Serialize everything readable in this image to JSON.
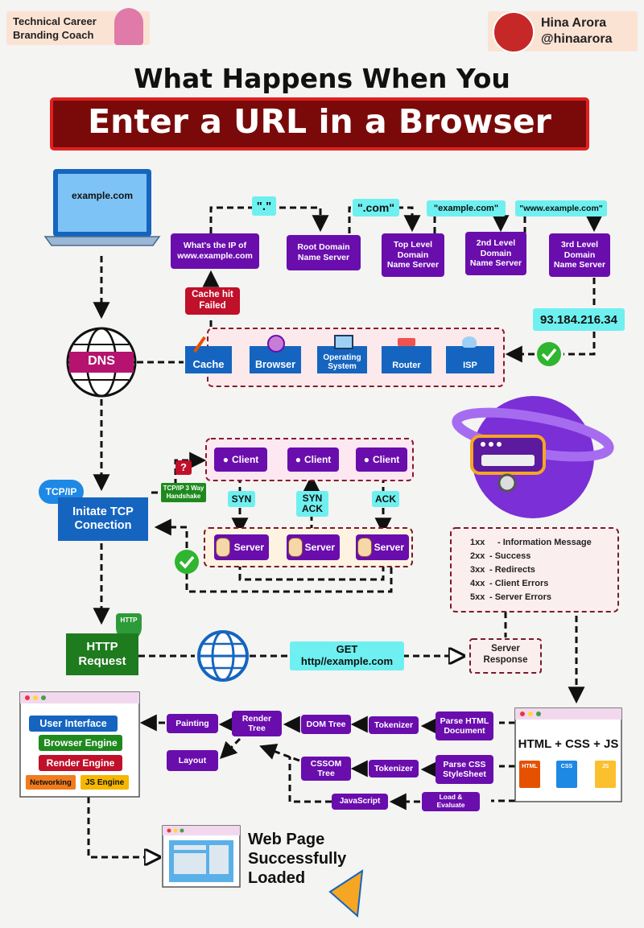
{
  "header": {
    "coach_line1": "Technical Career",
    "coach_line2": "Branding Coach",
    "author_name": "Hina Arora",
    "author_handle": "@hinaarora"
  },
  "title": {
    "line1": "What Happens When You",
    "line2": "Enter a URL in a Browser"
  },
  "laptop_url": "example.com",
  "dns": {
    "label": "DNS",
    "question": "What's the IP of www.example.com",
    "cache_failed": "Cache hit Failed",
    "servers": [
      "Root Domain Name Server",
      "Top Level Domain Name Server",
      "2nd Level Domain Name Server",
      "3rd Level Domain Name Server"
    ],
    "tags": [
      "\".\"",
      "\".com\"",
      "\"example.com\"",
      "\"www.example.com\""
    ],
    "ip": "93.184.216.34",
    "cache_chain": [
      "Cache",
      "Browser",
      "Operating System",
      "Router",
      "ISP"
    ]
  },
  "tcp": {
    "badge": "TCP/IP",
    "label": "Initate TCP Conection",
    "handshake": "TCP/IP 3 Way Handshake",
    "handshake_icon": "?",
    "client": "Client",
    "server": "Server",
    "steps": [
      "SYN",
      "SYN ACK",
      "ACK"
    ]
  },
  "http": {
    "badge": "HTTP",
    "label": "HTTP Request",
    "get_line1": "GET",
    "get_line2": "http//example.com",
    "response": "Server Response",
    "status_codes": [
      {
        "code": "1xx",
        "desc": "- Information Message"
      },
      {
        "code": "2xx",
        "desc": "- Success"
      },
      {
        "code": "3xx",
        "desc": "- Redirects"
      },
      {
        "code": "4xx",
        "desc": "- Client Errors"
      },
      {
        "code": "5xx",
        "desc": "- Server Errors"
      }
    ]
  },
  "render": {
    "html_css_js": "HTML + CSS + JS",
    "file_icons": [
      "HTML",
      "CSS",
      "JS"
    ],
    "parse_html": "Parse HTML Document",
    "parse_css": "Parse CSS StyleSheet",
    "tokenizer": "Tokenizer",
    "dom_tree": "DOM Tree",
    "cssom_tree": "CSSOM Tree",
    "render_tree": "Render Tree",
    "painting": "Painting",
    "layout": "Layout",
    "javascript": "JavaScript",
    "load_evaluate": "Load & Evaluate"
  },
  "browser_components": {
    "user_interface": "User Interface",
    "browser_engine": "Browser Engine",
    "render_engine": "Render Engine",
    "networking": "Networking",
    "js_engine": "JS Engine"
  },
  "final": {
    "line1": "Web Page",
    "line2": "Successfully",
    "line3": "Loaded"
  },
  "colors": {
    "purple": "#6a0dad",
    "blue": "#1565c0",
    "green": "#1e8a1e",
    "cyan": "#6ef0f0",
    "title_red": "#8b0000",
    "dns_magenta": "#b5136f",
    "cache_red": "#c0102a"
  }
}
